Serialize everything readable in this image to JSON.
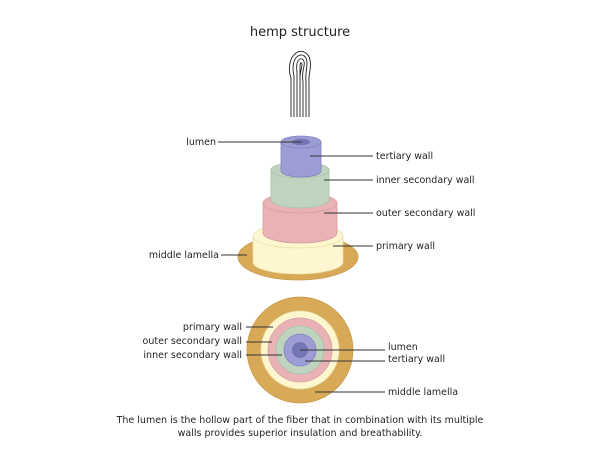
{
  "title": "hemp structure",
  "colors": {
    "middle_lamella": "#d8a957",
    "middle_lamella_edge": "#c89a48",
    "primary_wall": "#fdf6cf",
    "primary_wall_edge": "#e9e0a8",
    "outer_secondary_wall": "#e9b3b5",
    "outer_secondary_wall_edge": "#d79ea0",
    "inner_secondary_wall": "#bfd3bf",
    "inner_secondary_wall_edge": "#a9c1aa",
    "tertiary_wall": "#9d9dd6",
    "tertiary_wall_edge": "#8383c0",
    "lumen": "#7475b4"
  },
  "stack_labels": {
    "lumen": "lumen",
    "tertiary_wall": "tertiary wall",
    "inner_secondary_wall": "inner secondary wall",
    "outer_secondary_wall": "outer secondary wall",
    "primary_wall": "primary wall",
    "middle_lamella": "middle lamella"
  },
  "cross_section_labels": {
    "primary_wall": "primary wall",
    "outer_secondary_wall": "outer secondary wall",
    "inner_secondary_wall": "inner secondary wall",
    "lumen": "lumen",
    "tertiary_wall": "tertiary wall",
    "middle_lamella": "middle lamella"
  },
  "caption": {
    "line1": "The lumen is the hollow part of the fiber that in combination with its multiple",
    "line2": "walls provides superior insulation and breathability."
  }
}
